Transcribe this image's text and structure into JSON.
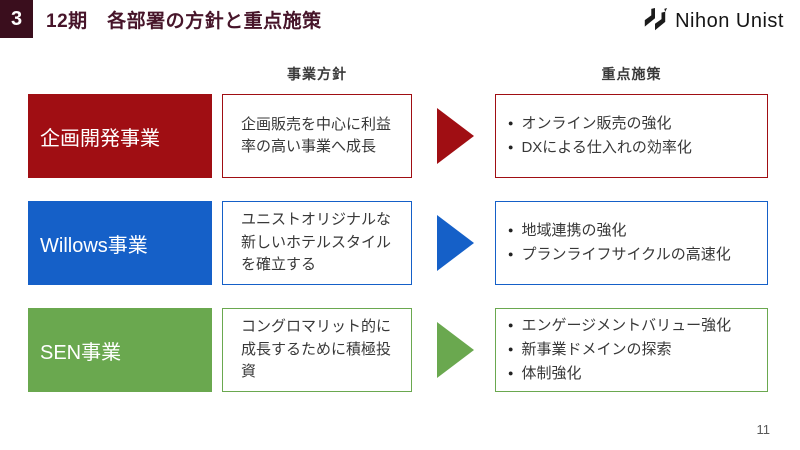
{
  "slide": {
    "number_badge": "3",
    "title": "12期　各部署の方針と重点施策",
    "page_number": "11",
    "logo_text": "Nihon Unist"
  },
  "columns": {
    "policy_header": "事業方針",
    "measures_header": "重点施策"
  },
  "colors": {
    "badge_maroon": "#3a0e1d",
    "title_maroon": "#47152a",
    "row_red": "#a00e13",
    "row_blue": "#1560c8",
    "row_green": "#6aa84f",
    "body_text": "#383838"
  },
  "rows": [
    {
      "label": "企画開発事業",
      "policy": "企画販売を中心に利益率の高い事業へ成長",
      "measures": [
        "オンライン販売の強化",
        "DXによる仕入れの効率化"
      ]
    },
    {
      "label": "Willows事業",
      "policy": "ユニストオリジナルな新しいホテルスタイルを確立する",
      "measures": [
        "地域連携の強化",
        "プランライフサイクルの高速化"
      ]
    },
    {
      "label": "SEN事業",
      "policy": "コングロマリット的に成長するために積極投資",
      "measures": [
        "エンゲージメントバリュー強化",
        "新事業ドメインの探索",
        "体制強化"
      ]
    }
  ]
}
